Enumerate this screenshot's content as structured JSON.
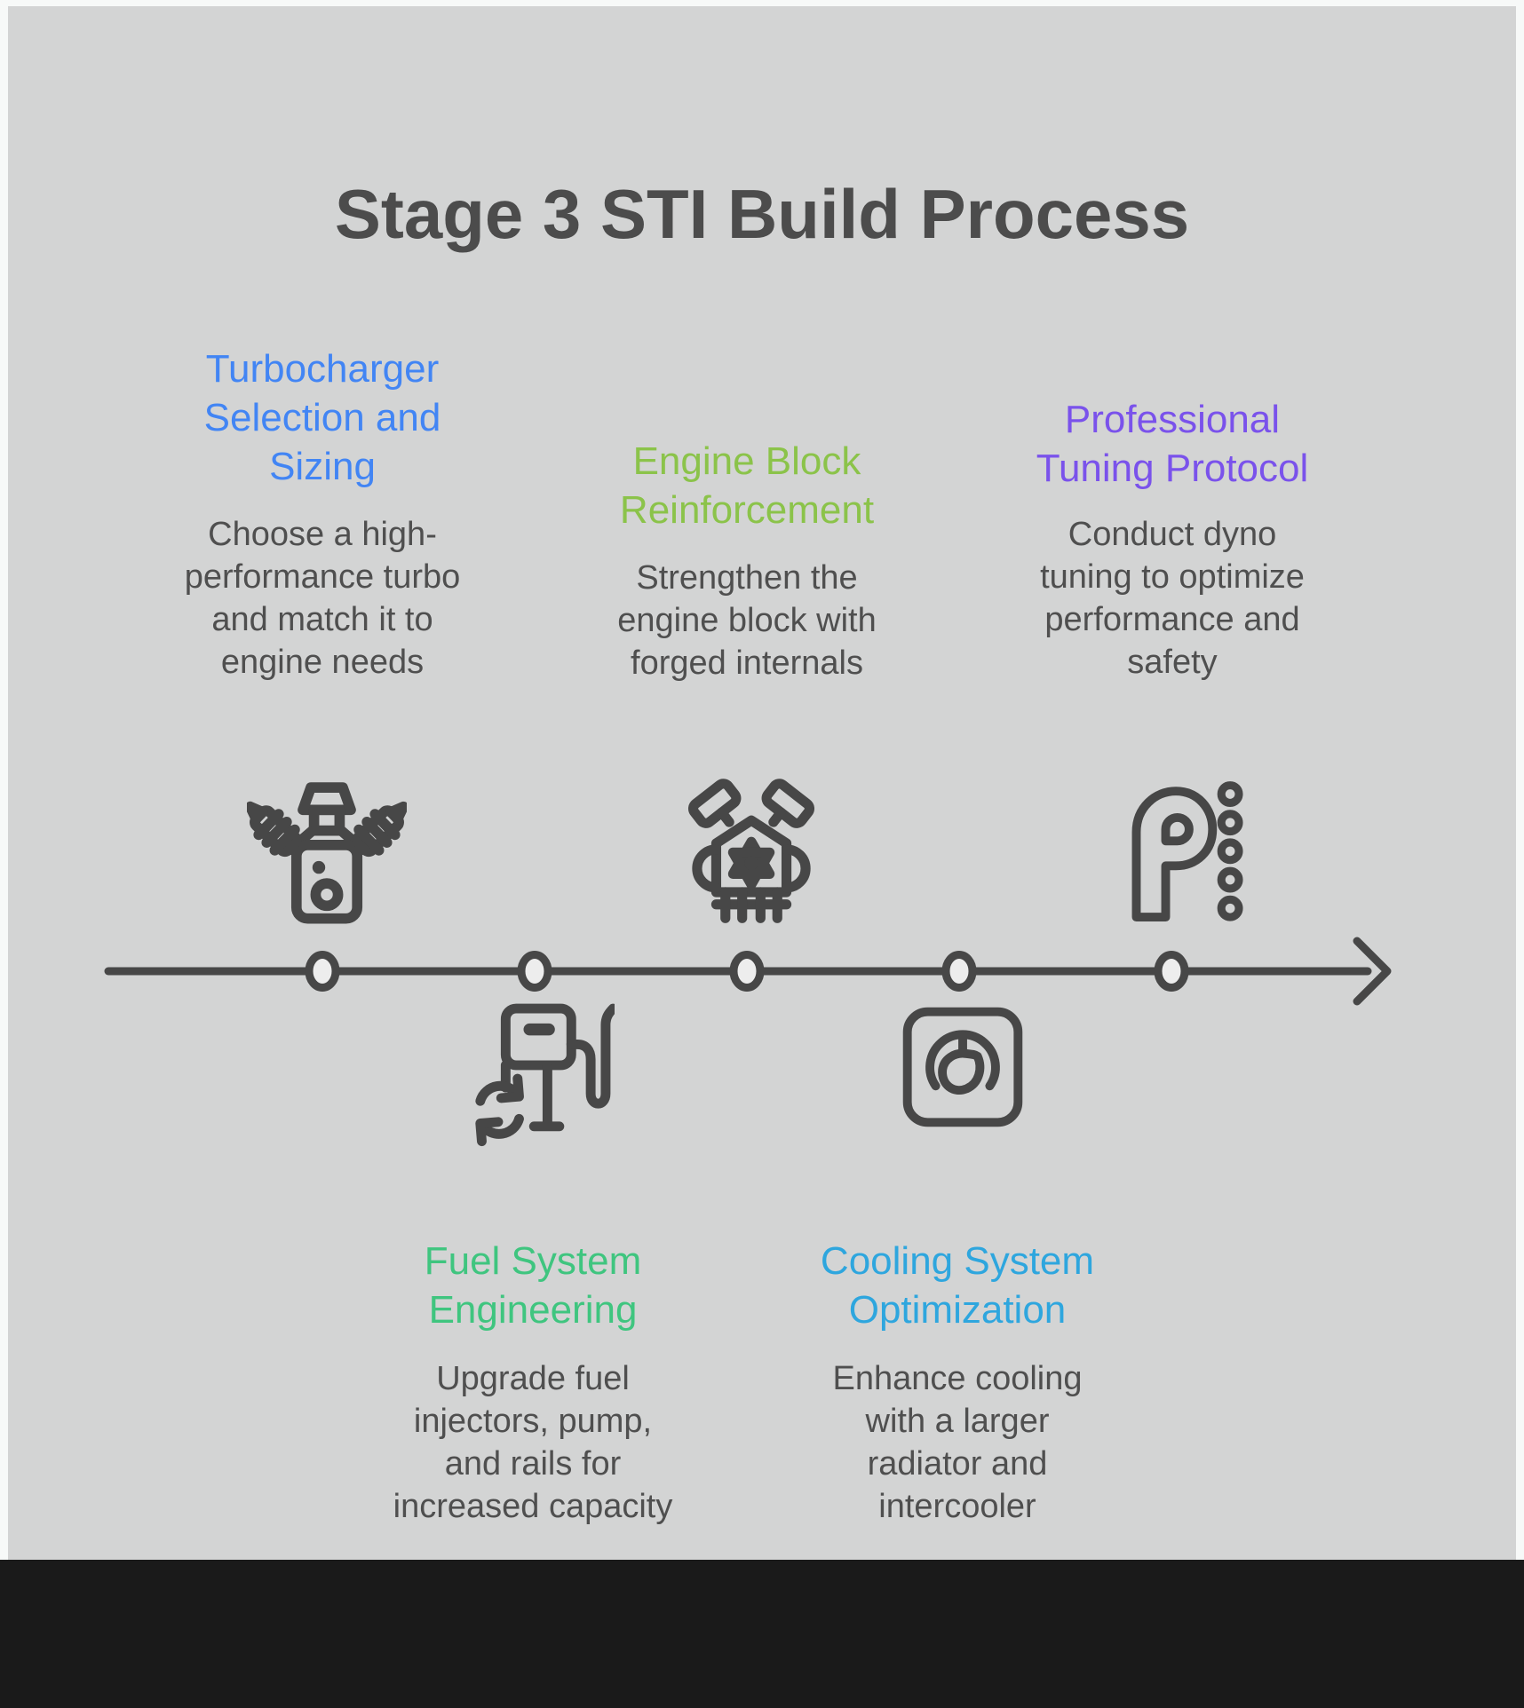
{
  "page": {
    "title": "Stage 3 STI Build Process"
  },
  "colors": {
    "background": "#d3d4d4",
    "ink": "#474747",
    "body_text": "#4f4f4f",
    "bottom_band": "#1a1a1a",
    "node_fill": "#ededed"
  },
  "timeline": {
    "direction": "left-to-right",
    "node_count": 5,
    "style": "horizontal arrow with hollow circle nodes"
  },
  "steps": [
    {
      "id": "turbocharger",
      "label": "Turbocharger\nSelection and\nSizing",
      "description": "Choose a high-\nperformance turbo\nand match it to\nengine needs",
      "color": "#4285f4",
      "icon": "engine-spark-plugs-icon",
      "position": "above-timeline"
    },
    {
      "id": "engine-block",
      "label": "Engine Block\nReinforcement",
      "description": "Strengthen the\nengine block with\nforged internals",
      "color": "#8bc34a",
      "icon": "v-engine-block-icon",
      "position": "above-timeline"
    },
    {
      "id": "tuning",
      "label": "Professional\nTuning Protocol",
      "description": "Conduct dyno\ntuning to optimize\nperformance and\nsafety",
      "color": "#7a52eb",
      "icon": "tuning-p-dots-icon",
      "position": "above-timeline"
    },
    {
      "id": "fuel-system",
      "label": "Fuel System\nEngineering",
      "description": "Upgrade fuel\ninjectors, pump,\nand rails for\nincreased capacity",
      "color": "#3fc57f",
      "icon": "fuel-pump-refresh-icon",
      "position": "below-timeline"
    },
    {
      "id": "cooling-system",
      "label": "Cooling System\nOptimization",
      "description": "Enhance cooling\nwith a larger\nradiator and\nintercooler",
      "color": "#2ea6de",
      "icon": "gauge-icon",
      "position": "below-timeline"
    }
  ]
}
